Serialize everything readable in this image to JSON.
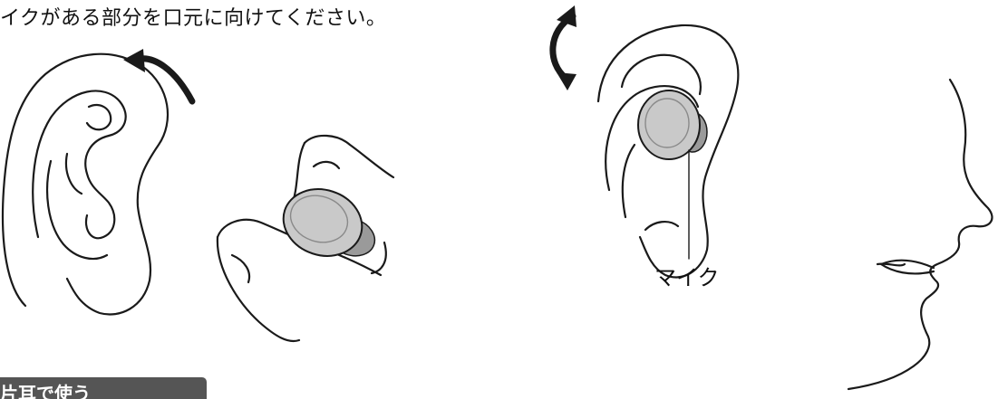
{
  "instruction_text": "イクがある部分を口元に向けてください。",
  "mic_label": "マイク",
  "section_heading": "片耳で使う",
  "colors": {
    "line": "#1a1a1a",
    "earbud_fill": "#c9c9c9",
    "heading_bg": "#555555"
  },
  "icons": [
    "rotate-arrow-icon",
    "rotate-double-arrow-icon"
  ]
}
